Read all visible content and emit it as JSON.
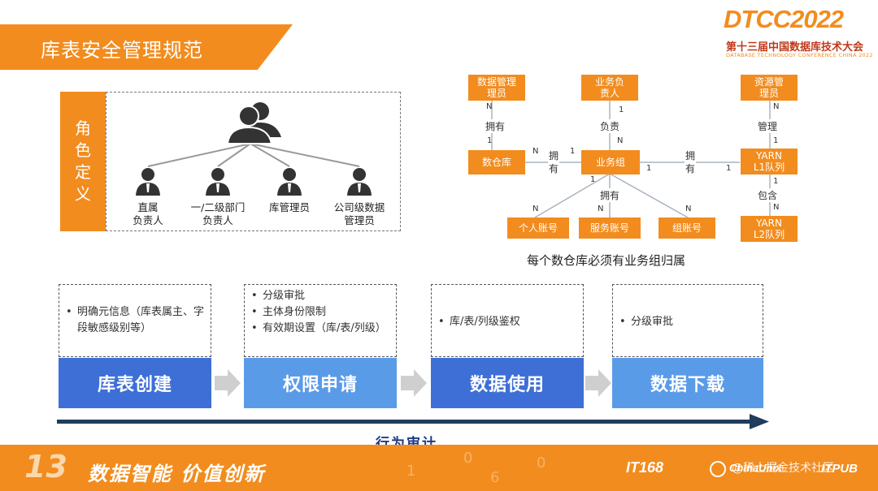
{
  "header": {
    "title": "库表安全管理规范",
    "brand": "DTCC2022",
    "brand_subtitle": "第十三届中国数据库技术大会",
    "brand_tagline": "DATABASE TECHNOLOGY CONFERENCE CHINA 2022"
  },
  "roles": {
    "label": "角色定义",
    "items": [
      {
        "line1": "直属",
        "line2": "负责人"
      },
      {
        "line1": "一/二级部门",
        "line2": "负责人"
      },
      {
        "line1": "库管理员",
        "line2": ""
      },
      {
        "line1": "公司级数据",
        "line2": "管理员"
      }
    ]
  },
  "er": {
    "boxes": {
      "data_admin": {
        "l1": "数据管理",
        "l2": "理员"
      },
      "biz_owner": {
        "l1": "业务负",
        "l2": "责人"
      },
      "res_admin": {
        "l1": "资源管",
        "l2": "理员"
      },
      "warehouse": "数仓库",
      "biz_group": "业务组",
      "yarn_l1": {
        "l1": "YARN",
        "l2": "L1队列"
      },
      "yarn_l2": {
        "l1": "YARN",
        "l2": "L2队列"
      },
      "personal_acct": "个人账号",
      "service_acct": "服务账号",
      "group_acct": "组账号"
    },
    "relations": {
      "own1": "拥有",
      "owner": "负责",
      "manage": "管理",
      "own2": "拥有",
      "own3": "拥有",
      "own4": "拥有",
      "contain": "包含"
    },
    "n": "N",
    "one": "1",
    "caption": "每个数仓库必须有业务组归属"
  },
  "process": {
    "steps": [
      {
        "label": "库表创建",
        "items": [
          "明确元信息（库表属主、字段敏感级别等）"
        ]
      },
      {
        "label": "权限申请",
        "items": [
          "分级审批",
          "主体身份限制",
          "有效期设置（库/表/列级）"
        ]
      },
      {
        "label": "数据使用",
        "items": [
          "库/表/列级鉴权"
        ]
      },
      {
        "label": "数据下载",
        "items": [
          "分级审批"
        ]
      }
    ],
    "audit_label": "行为审计"
  },
  "footer": {
    "anniversary": "13",
    "slogan": "数据智能  价值创新",
    "logo1": "IT168",
    "logo2": "ChinaUnix",
    "logo3": "ITPUB",
    "watermark": "@稀土掘金技术社区"
  },
  "colors": {
    "brand_orange": "#f28c1e",
    "step_blue_dark": "#3e6fd6",
    "step_blue_light": "#5a9be8",
    "timeline_navy": "#1f3d5c"
  }
}
